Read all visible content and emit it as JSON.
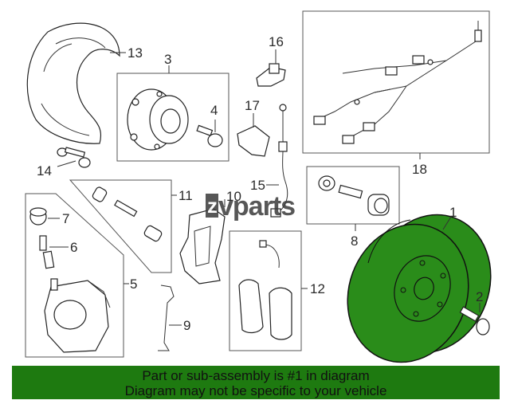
{
  "watermark": {
    "prefix": "z",
    "name": "vparts"
  },
  "callouts": [
    "1",
    "2",
    "3",
    "4",
    "5",
    "6",
    "7",
    "8",
    "9",
    "10",
    "11",
    "12",
    "13",
    "14",
    "15",
    "16",
    "17",
    "18"
  ],
  "highlight_color": "#2a8c1a",
  "footer": {
    "line1": "Part or sub-assembly is #1 in diagram",
    "line2": "Diagram may not be specific to your vehicle",
    "background": "#1e7a10"
  }
}
